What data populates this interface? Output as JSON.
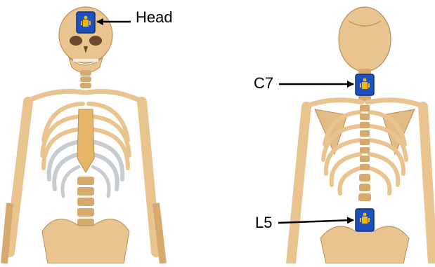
{
  "labels": {
    "head": "Head",
    "c7": "C7",
    "l5": "L5"
  },
  "sensor": {
    "icon": "sensor-device-icon",
    "body_color": "#1e4fbf",
    "emblem_color": "#f2b705"
  },
  "colors": {
    "bone": "#e9c48f",
    "bone_shadow": "#b98d57",
    "sternum": "#e6b567",
    "cartilage": "#c7ccd1",
    "arrow": "#000000",
    "background": "#ffffff"
  }
}
